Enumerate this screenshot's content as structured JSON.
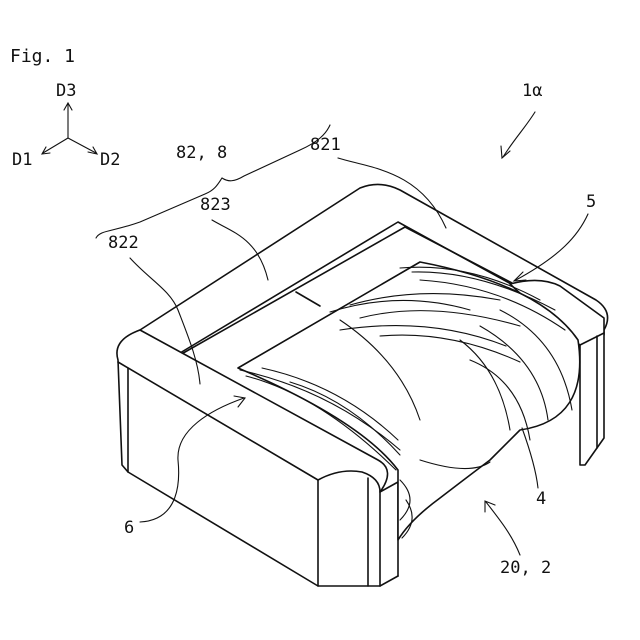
{
  "figure": {
    "title": "Fig. 1",
    "axes": {
      "d3": "D3",
      "d1": "D1",
      "d2": "D2"
    },
    "labels": {
      "device": "1α",
      "core": "82, 8",
      "top_plate": "821",
      "flange_left": "822",
      "flange_top": "823",
      "part_5": "5",
      "part_6": "6",
      "part_4": "4",
      "coil": "20, 2"
    }
  }
}
